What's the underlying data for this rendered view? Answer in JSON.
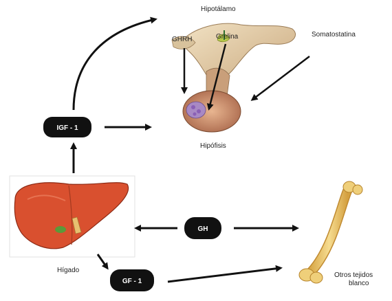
{
  "labels": {
    "hipotalamo": "Hipotálamo",
    "ghrh": "GHRH",
    "grelina": "Grelina",
    "somatostatina": "Somatostatina",
    "hipofisis": "Hipófisis",
    "higado": "Hígado",
    "otros_line1": "Otros tejidos",
    "otros_line2": "blanco"
  },
  "nodes": {
    "igf1": "IGF - 1",
    "gh": "GH",
    "gf1": "GF - 1"
  },
  "colors": {
    "pill": "#111111",
    "arrow": "#111111",
    "liver": "#d9502f",
    "bone": "#efcf7a",
    "pituitary": "#c98a6a"
  }
}
